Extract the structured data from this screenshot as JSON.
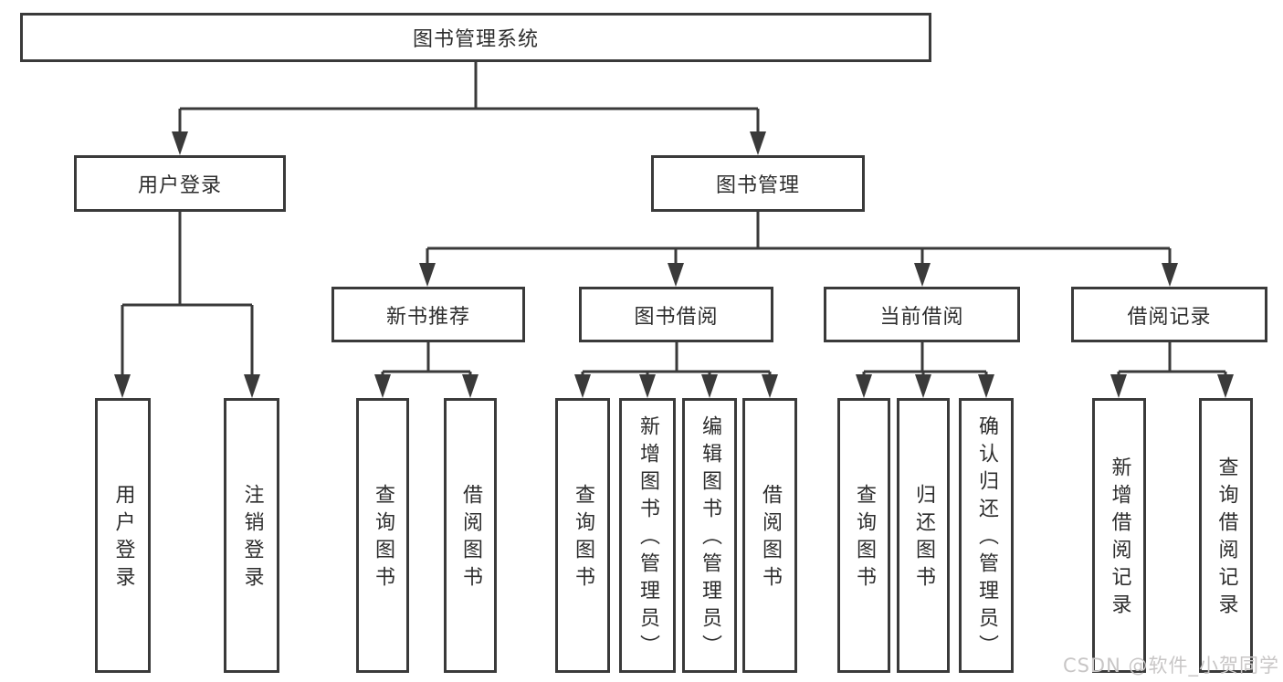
{
  "diagram_title": "图书管理系统",
  "nodes": {
    "root": "图书管理系统",
    "userLogin": "用户登录",
    "bookMgmt": "图书管理",
    "newBookRec": "新书推荐",
    "bookBorrow": "图书借阅",
    "currentBorrow": "当前借阅",
    "borrowRecord": "借阅记录",
    "leafUserLogin": "用户登录",
    "leafLogout": "注销登录",
    "leafQueryBook1": "查询图书",
    "leafBorrowBook1": "借阅图书",
    "leafQueryBook2": "查询图书",
    "leafAddBook": "新增图书（管理员）",
    "leafEditBook": "编辑图书（管理员）",
    "leafBorrowBook2": "借阅图书",
    "leafQueryBook3": "查询图书",
    "leafReturnBook": "归还图书",
    "leafConfirmReturn": "确认归还（管理员）",
    "leafAddRecord": "新增借阅记录",
    "leafQueryRecord": "查询借阅记录"
  },
  "watermark": "CSDN @软件_小贺同学",
  "colors": {
    "line": "#3a3a3a",
    "text": "#2d2d2d",
    "watermark": "#c8c6c6",
    "background": "#ffffff"
  }
}
